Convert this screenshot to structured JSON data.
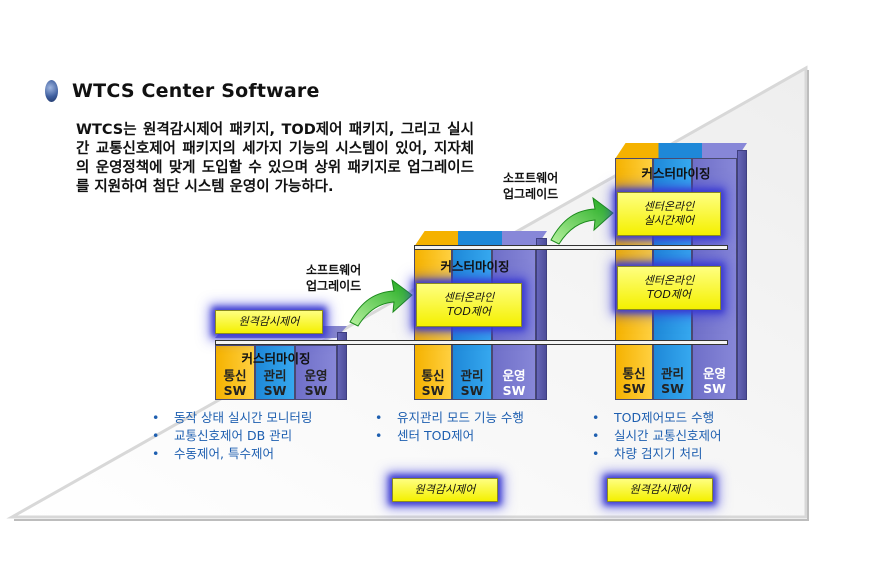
{
  "header": {
    "title": "WTCS Center Software"
  },
  "description": "WTCS는 원격감시제어 패키지, TOD제어 패키지, 그리고 실시간 교통신호제어 패키지의 세가지 기능의 시스템이 있어, 지자체의 운영정책에 맞게 도입할 수 있으며 상위 패키지로 업그레이드를 지원하여 첨단 시스템 운영이 가능하다.",
  "upgrade_label_1": [
    "소프트웨어",
    "업그레이드"
  ],
  "upgrade_label_2": [
    "소프트웨어",
    "업그레이드"
  ],
  "packages": [
    {
      "customizing": "커스터마이징",
      "modules": [
        "통신 SW",
        "관리 SW",
        "운영 SW"
      ],
      "module_lines": [
        [
          "통신",
          "SW"
        ],
        [
          "관리",
          "SW"
        ],
        [
          "운영",
          "SW"
        ]
      ],
      "features": [
        "원격감시제어"
      ],
      "bullets": [
        "동작 상태 실시간 모니터링",
        "교통신호제어 DB 관리",
        "수동제어, 특수제어"
      ]
    },
    {
      "customizing": "커스터마이징",
      "module_lines": [
        [
          "통신",
          "SW"
        ],
        [
          "관리",
          "SW"
        ],
        [
          "운영",
          "SW"
        ]
      ],
      "features": [
        "센터온라인 TOD제어"
      ],
      "feature_lines": [
        [
          "센터온라인",
          "TOD제어"
        ]
      ],
      "bullets": [
        "유지관리 모드 기능 수행",
        "센터 TOD제어"
      ],
      "bottom_feature": "원격감시제어"
    },
    {
      "customizing": "커스터마이징",
      "module_lines": [
        [
          "통신",
          "SW"
        ],
        [
          "관리",
          "SW"
        ],
        [
          "운영",
          "SW"
        ]
      ],
      "feature_lines": [
        [
          "센터온라인",
          "실시간제어"
        ],
        [
          "센터온라인",
          "TOD제어"
        ]
      ],
      "bullets": [
        "TOD제어모드 수행",
        "실시간 교통신호제어",
        "차량 검지기 처리"
      ],
      "bottom_feature": "원격감시제어"
    }
  ],
  "colors": {
    "yellow": "#f5b200",
    "cyan": "#1e88d8",
    "purple": "#6f6fc8",
    "accent_text": "#1e5fb0",
    "highlight": "#f4f000",
    "arrow": "#2fc02f"
  }
}
